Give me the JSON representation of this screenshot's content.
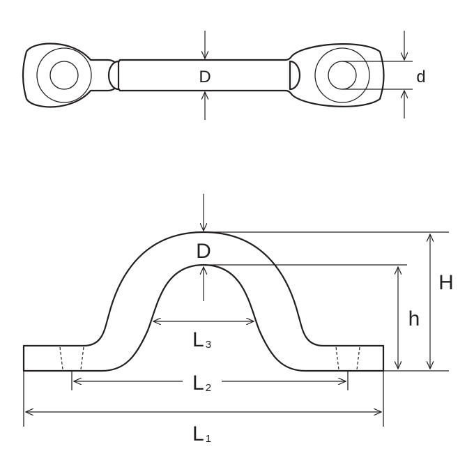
{
  "top_view": {
    "labels": {
      "D": "D",
      "d": "d"
    }
  },
  "side_view": {
    "labels": {
      "D": "D",
      "H": "H",
      "h": "h",
      "L3_main": "L",
      "L3_sub": "3",
      "L2_main": "L",
      "L2_sub": "2",
      "L1_main": "L",
      "L1_sub": "1"
    }
  }
}
